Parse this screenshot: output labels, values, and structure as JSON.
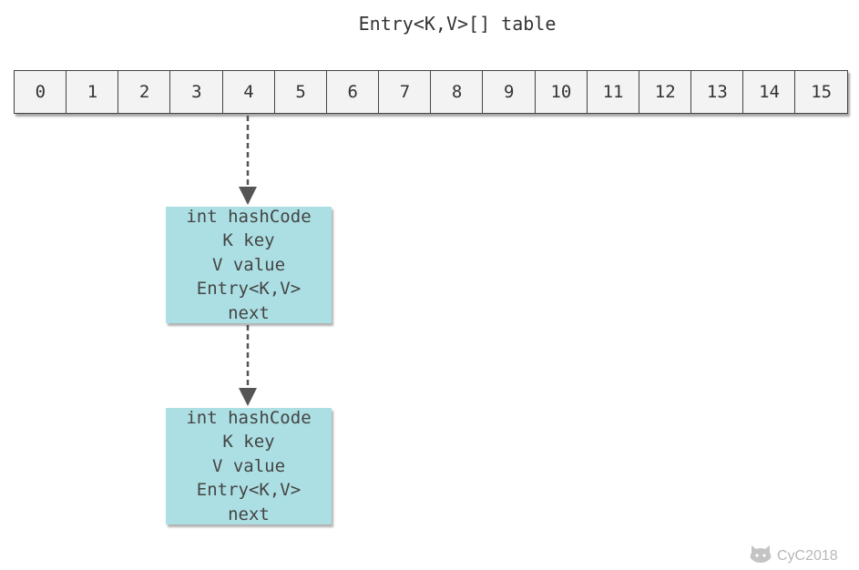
{
  "diagram": {
    "title": "Entry<K,V>[] table",
    "table_indices": [
      "0",
      "1",
      "2",
      "3",
      "4",
      "5",
      "6",
      "7",
      "8",
      "9",
      "10",
      "11",
      "12",
      "13",
      "14",
      "15"
    ],
    "entries": [
      {
        "line1": "int hashCode",
        "line2": "K key",
        "line3": "V value",
        "line4": "Entry<K,V>",
        "line5": "next"
      },
      {
        "line1": "int hashCode",
        "line2": "K key",
        "line3": "V value",
        "line4": "Entry<K,V>",
        "line5": "next"
      }
    ],
    "arrow_from_index": "4"
  },
  "watermark": {
    "text": "CyC2018",
    "icon": "octocat-icon"
  },
  "colors": {
    "cell_fill": "#f3f3f3",
    "cell_border": "#444444",
    "node_fill": "#acdfe3",
    "arrow": "#555555",
    "text": "#333333",
    "watermark": "#b8b8b8"
  }
}
